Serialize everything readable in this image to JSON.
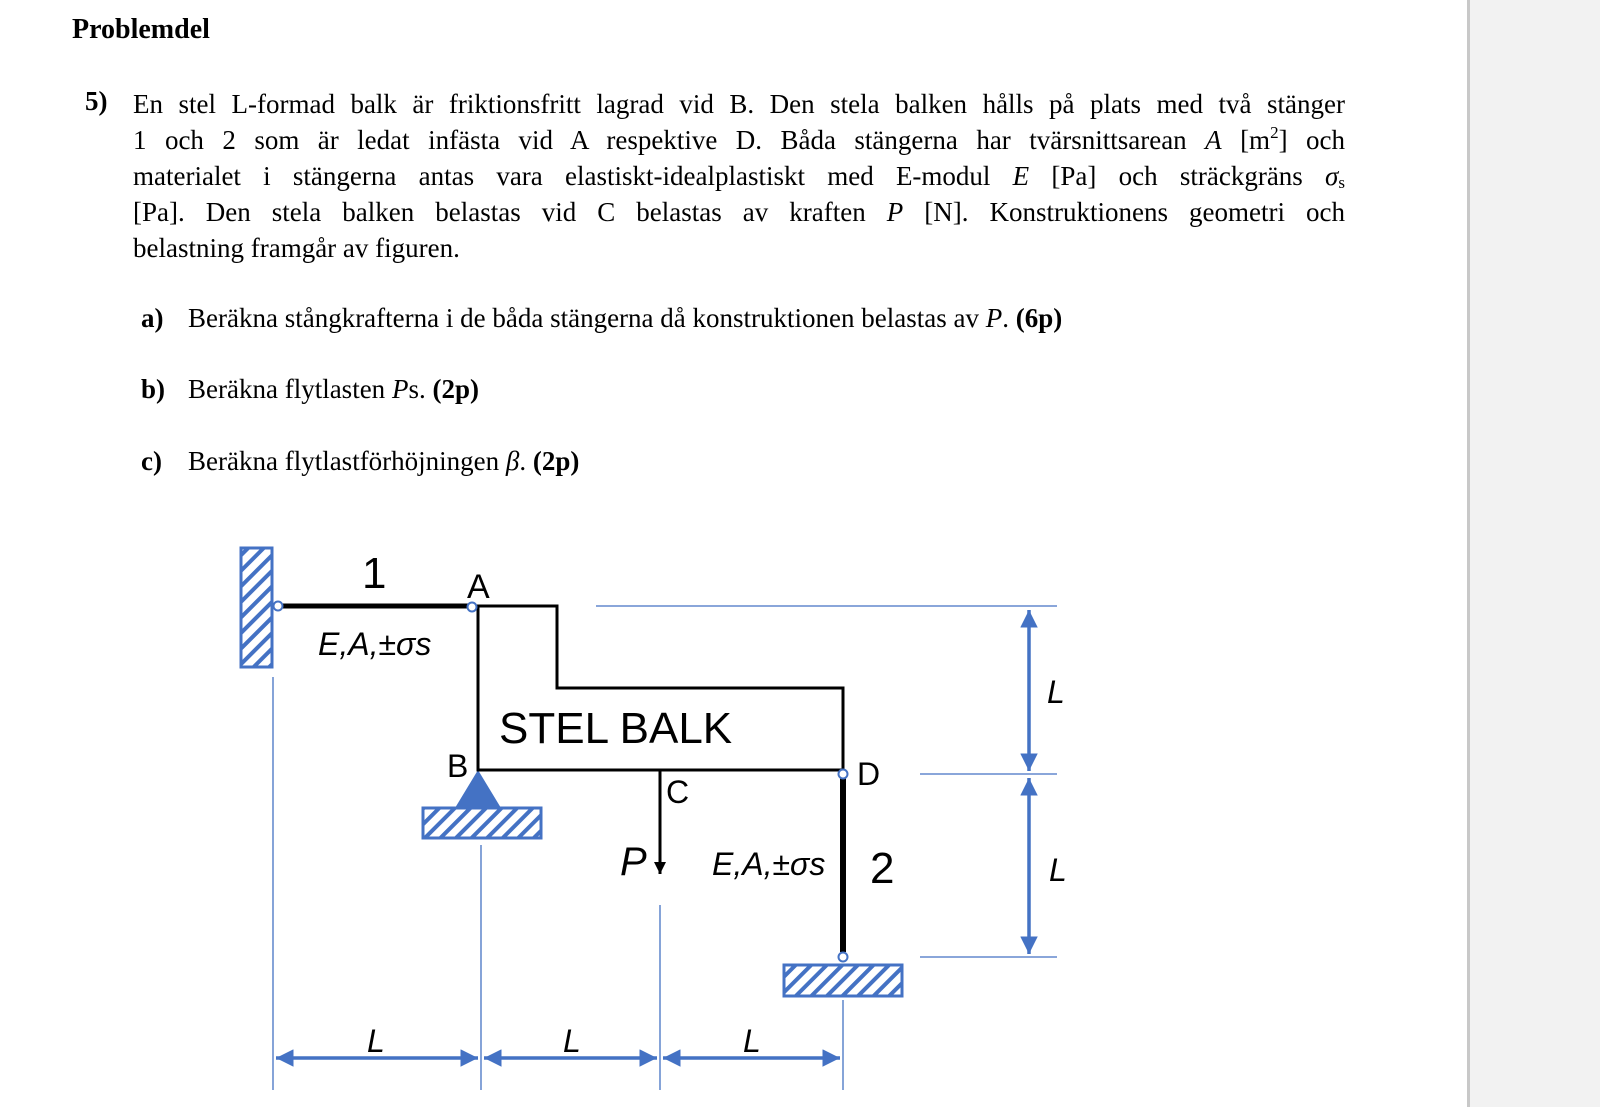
{
  "heading": "Problemdel",
  "problem": {
    "number": "5)",
    "l1": "En stel L-formad balk är friktionsfritt lagrad vid B. Den stela balken hålls på plats med två stänger",
    "l2a": "1 och 2 som är ledat infästa vid A respektive D. Båda stängerna har tvärsnittsarean ",
    "l2b": "A",
    "l2c": " [m",
    "l2d": "2",
    "l2e": "] och",
    "l3a": "materialet i stängerna antas vara elastiskt-idealplastiskt med E-modul ",
    "l3b": "E",
    "l3c": " [Pa] och sträckgräns ",
    "l3d": "σ",
    "l3e": "s",
    "l4a": "[Pa]. Den stela balken belastas vid C belastas av kraften ",
    "l4b": "P",
    "l4c": " [N]. Konstruktionens geometri och",
    "l5": "belastning framgår av figuren."
  },
  "questions": [
    {
      "label": "a)",
      "text": "Beräkna stångkrafterna i de båda stängerna då konstruktionen belastas av ",
      "var": "P",
      "tail": ". ",
      "points": "(6p)"
    },
    {
      "label": "b)",
      "text": "Beräkna flytlasten ",
      "var": "P",
      "tail": "s. ",
      "points": "(2p)"
    },
    {
      "label": "c)",
      "text": "Beräkna flytlastförhöjningen ",
      "var": "β",
      "tail": ". ",
      "points": "(2p)"
    }
  ],
  "figure": {
    "bar1": "1",
    "bar2": "2",
    "pointA": "A",
    "pointB": "B",
    "pointC": "C",
    "pointD": "D",
    "props1": "E,A,±σs",
    "props2": "E,A,±σs",
    "beam": "STEL BALK",
    "load": "P",
    "dims": [
      "L",
      "L",
      "L",
      "L",
      "L"
    ],
    "blue": "#4472c4"
  }
}
